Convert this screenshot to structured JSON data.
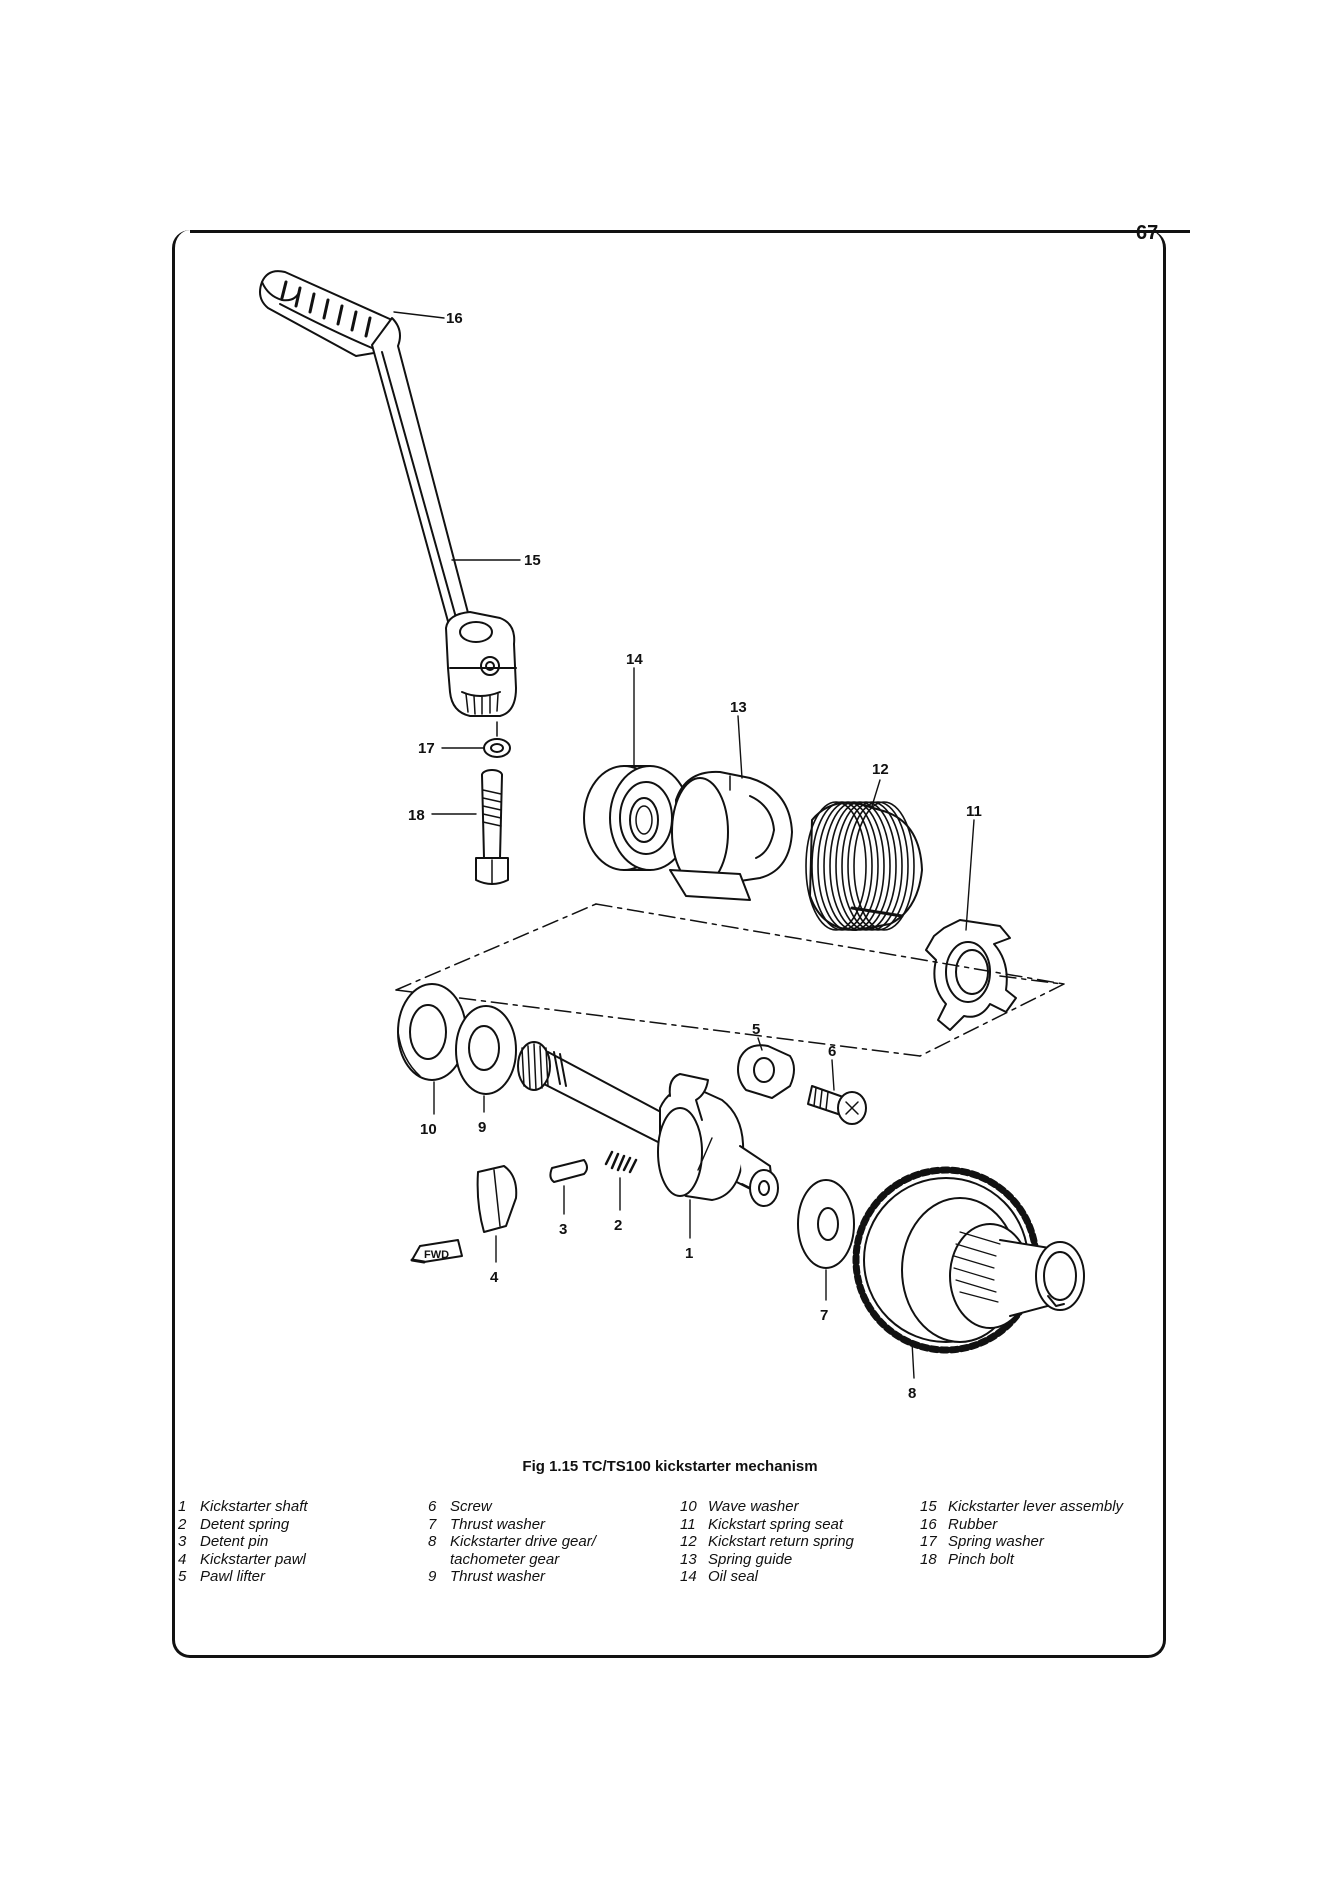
{
  "page": {
    "number": "67"
  },
  "figure": {
    "caption": "Fig 1.15 TC/TS100 kickstarter mechanism",
    "direction_badge": "FWD"
  },
  "callouts": [
    "1",
    "2",
    "3",
    "4",
    "5",
    "6",
    "7",
    "8",
    "9",
    "10",
    "11",
    "12",
    "13",
    "14",
    "15",
    "16",
    "17",
    "18"
  ],
  "legend": [
    [
      {
        "num": "1",
        "text": "Kickstarter shaft"
      },
      {
        "num": "2",
        "text": "Detent spring"
      },
      {
        "num": "3",
        "text": "Detent pin"
      },
      {
        "num": "4",
        "text": "Kickstarter pawl"
      },
      {
        "num": "5",
        "text": "Pawl lifter"
      }
    ],
    [
      {
        "num": "6",
        "text": "Screw"
      },
      {
        "num": "7",
        "text": "Thrust washer"
      },
      {
        "num": "8",
        "text": "Kickstarter drive gear/"
      },
      {
        "num": "",
        "text": "tachometer gear"
      },
      {
        "num": "9",
        "text": "Thrust washer"
      }
    ],
    [
      {
        "num": "10",
        "text": "Wave washer"
      },
      {
        "num": "11",
        "text": "Kickstart spring seat"
      },
      {
        "num": "12",
        "text": "Kickstart return spring"
      },
      {
        "num": "13",
        "text": "Spring guide"
      },
      {
        "num": "14",
        "text": "Oil seal"
      }
    ],
    [
      {
        "num": "15",
        "text": "Kickstarter lever assembly"
      },
      {
        "num": "16",
        "text": "Rubber"
      },
      {
        "num": "17",
        "text": "Spring washer"
      },
      {
        "num": "18",
        "text": "Pinch bolt"
      }
    ]
  ]
}
